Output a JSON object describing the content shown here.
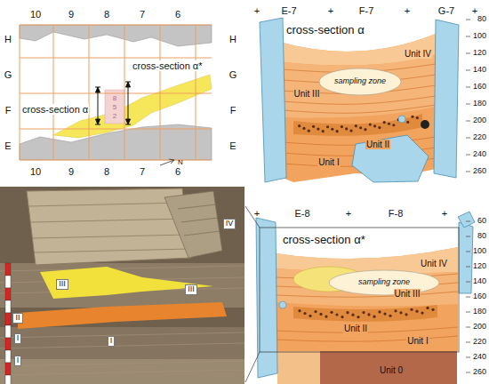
{
  "diagram": {
    "labels": [
      "10",
      "9",
      "8",
      "7",
      "6",
      "10",
      "9",
      "8",
      "7",
      "6",
      "H",
      "G",
      "F",
      "E",
      "H",
      "G",
      "F",
      "E",
      "cross-section α",
      "cross-section α*",
      "8",
      "5",
      "2",
      "+",
      "E-7",
      "+",
      "F-7",
      "+",
      "G-7",
      "+",
      "cross-section α",
      "Unit IV",
      "Unit III",
      "sampling zone",
      "Unit II",
      "Unit I",
      "80",
      "100",
      "120",
      "140",
      "160",
      "180",
      "200",
      "220",
      "240",
      "260",
      "+",
      "E-8",
      "+",
      "F-8",
      "+",
      "cross-section α*",
      "sampling zone",
      "Unit IV",
      "Unit III",
      "Unit II",
      "Unit I",
      "Unit 0",
      "60",
      "80",
      "100",
      "120",
      "140",
      "160",
      "180",
      "200",
      "220",
      "240",
      "260",
      "IV",
      "III",
      "III",
      "II",
      "I",
      "I",
      "I",
      "N"
    ]
  }
}
